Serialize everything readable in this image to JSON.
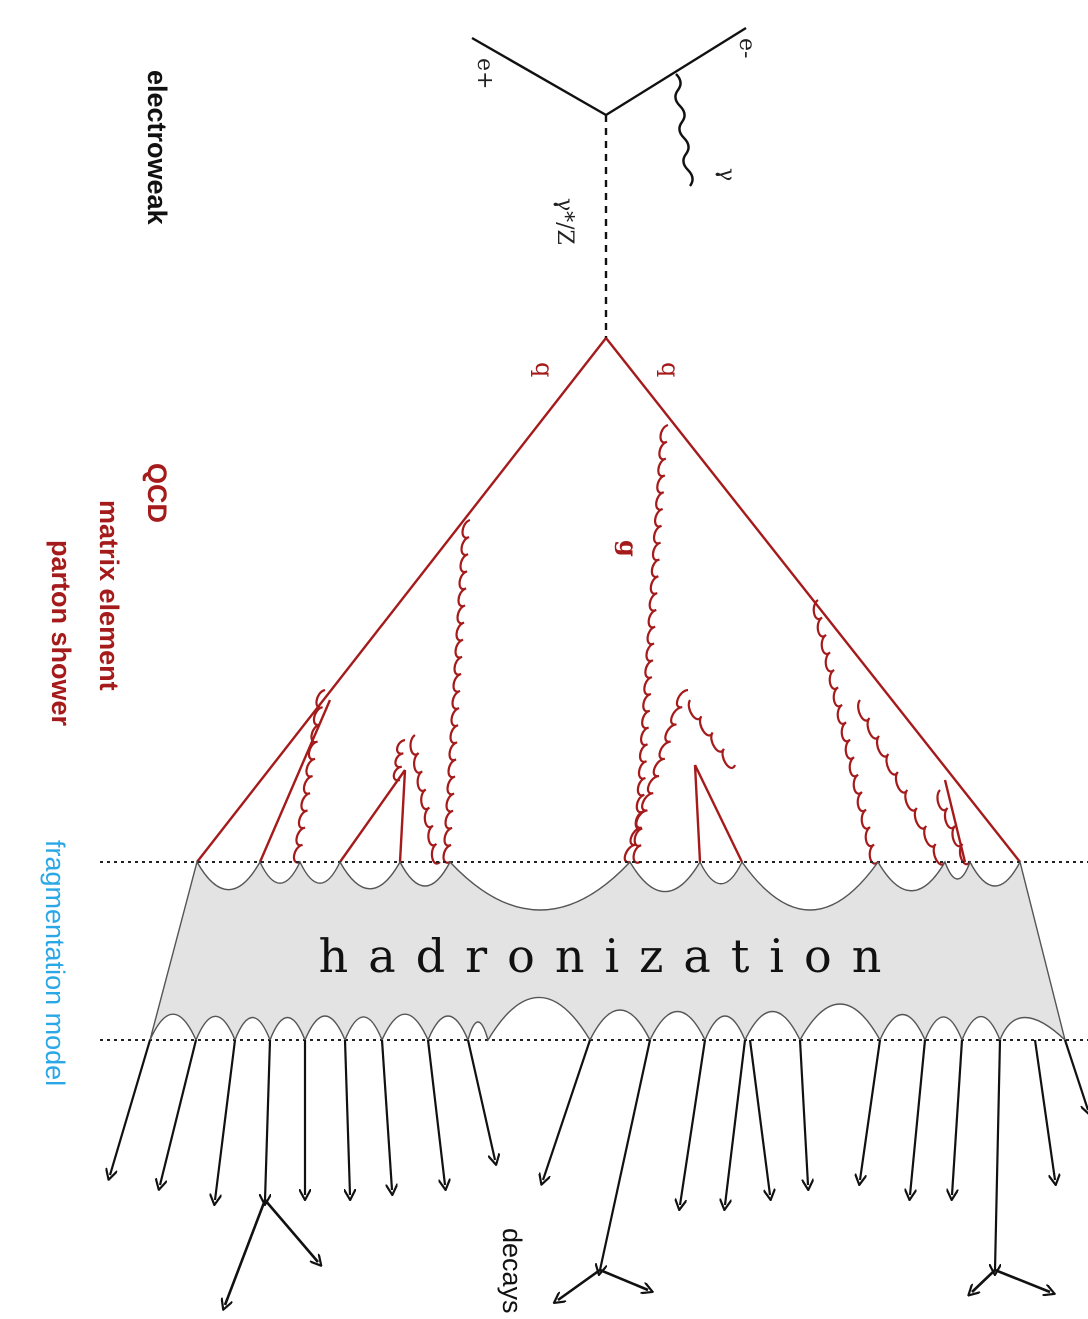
{
  "diagram": {
    "labels": {
      "electroweak": "electroweak",
      "qcd_line1": "QCD",
      "qcd_line2": "matrix element",
      "qcd_line3": "parton shower",
      "fragmentation": "fragmentation model",
      "decays": "decays",
      "hadronization": "hadronization"
    },
    "particles": {
      "positron": "e+",
      "electron": "e-",
      "photon": "γ",
      "boson": "γ*/Z",
      "quark": "q",
      "antiquark": "q",
      "gluon": "g"
    },
    "colors": {
      "electroweak": "#111111",
      "qcd": "#a51a1a",
      "fragmentation": "#2aa7e6",
      "hadronization_band": "#e3e3e3"
    }
  }
}
